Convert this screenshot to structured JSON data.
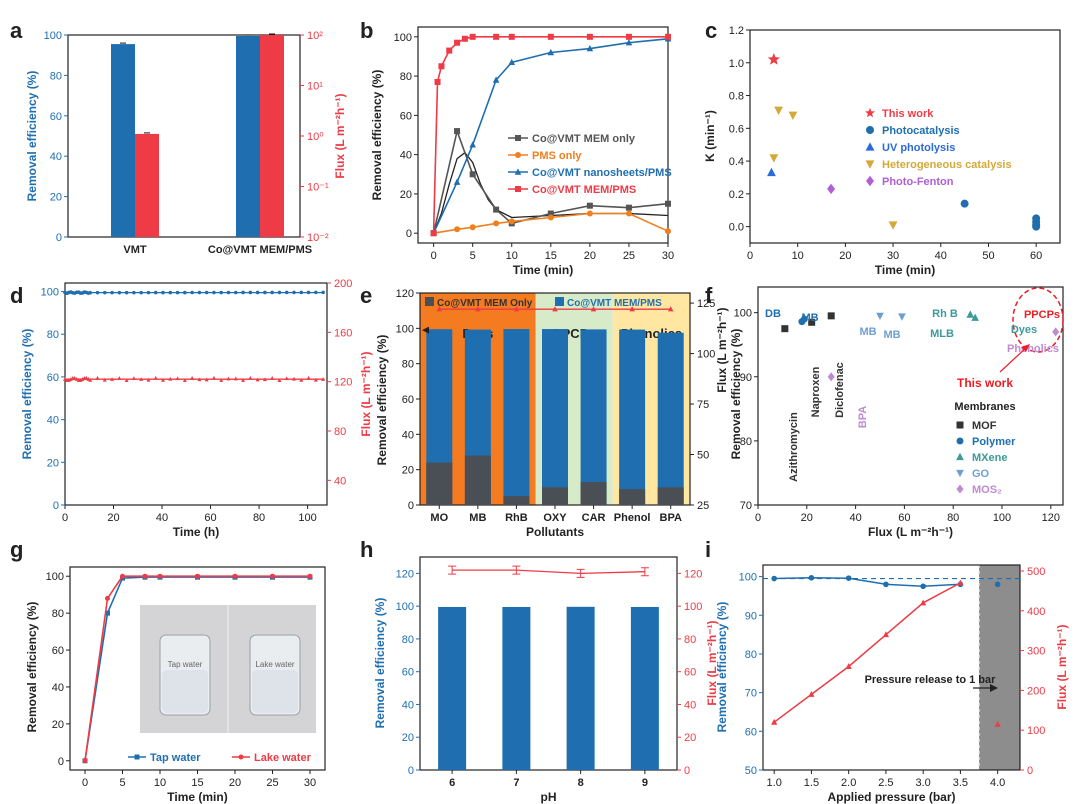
{
  "colors": {
    "blue": "#1f6fb0",
    "red": "#ee3b46",
    "grey": "#555555",
    "orange": "#f07f1e"
  },
  "chart_data": [
    {
      "id": "a",
      "type": "bar",
      "panel_label": "a",
      "categories": [
        "VMT",
        "Co@VMT MEM/PMS"
      ],
      "series": [
        {
          "axis": "left",
          "values": [
            95.5,
            99.5
          ],
          "errors": [
            0.6,
            0.5
          ]
        },
        {
          "axis": "right",
          "values": [
            1.1,
            100
          ],
          "errors": [
            0.1,
            2
          ]
        }
      ],
      "ylabel": "Removal efficiency (%)",
      "ylim": [
        0,
        100
      ],
      "yticks": [
        "0",
        "20",
        "40",
        "60",
        "80",
        "100"
      ],
      "ylabel_right": "Flux (L m⁻²h⁻¹)",
      "yscale_right": "log",
      "ylim_right": [
        0.01,
        100
      ],
      "yticks_right": [
        "10⁻²",
        "10⁻¹",
        "10⁰",
        "10¹",
        "10²"
      ]
    },
    {
      "id": "b",
      "type": "line",
      "panel_label": "b",
      "xlabel": "Time (min)",
      "ylabel": "Removal efficiency (%)",
      "xlim": [
        -2,
        30
      ],
      "ylim": [
        -5,
        105
      ],
      "xticks": [
        "0",
        "5",
        "10",
        "15",
        "20",
        "25",
        "30"
      ],
      "yticks": [
        "0",
        "20",
        "40",
        "60",
        "80",
        "100"
      ],
      "legend_position": "right",
      "series": [
        {
          "name": "Co@VMT MEM only",
          "marker": "square",
          "color": "grey",
          "x": [
            0,
            3,
            5,
            8,
            10,
            15,
            20,
            25,
            30
          ],
          "y": [
            0,
            52,
            30,
            12,
            5,
            10,
            14,
            13,
            15
          ]
        },
        {
          "name": "PMS only",
          "marker": "circle",
          "color": "orange",
          "x": [
            0,
            3,
            5,
            8,
            10,
            15,
            20,
            25,
            30
          ],
          "y": [
            0,
            2,
            3,
            5,
            6,
            8,
            10,
            10,
            1
          ]
        },
        {
          "name": "Co@VMT nanosheets/PMS",
          "marker": "triangle",
          "color": "blue",
          "x": [
            0,
            3,
            5,
            8,
            10,
            15,
            20,
            25,
            30
          ],
          "y": [
            0,
            26,
            45,
            78,
            87,
            92,
            94,
            97,
            99
          ]
        },
        {
          "name": "Co@VMT MEM/PMS",
          "marker": "square",
          "color": "red",
          "x": [
            0,
            0.5,
            1,
            2,
            3,
            4,
            5,
            8,
            10,
            15,
            20,
            25,
            30
          ],
          "y": [
            0,
            77,
            85,
            93,
            97,
            99,
            100,
            100,
            100,
            100,
            100,
            100,
            100
          ]
        }
      ],
      "annotation_curve": {
        "x": [
          0,
          1,
          2,
          3,
          4,
          5,
          6,
          7,
          8,
          10,
          15,
          20,
          25,
          30
        ],
        "y": [
          0,
          10,
          25,
          38,
          41,
          36,
          25,
          17,
          12,
          8,
          9,
          10,
          10,
          9
        ]
      }
    },
    {
      "id": "c",
      "type": "scatter",
      "panel_label": "c",
      "xlabel": "Time (min)",
      "ylabel": "K (min⁻¹)",
      "xlim": [
        0,
        65
      ],
      "ylim": [
        -0.1,
        1.2
      ],
      "xticks": [
        "0",
        "10",
        "20",
        "30",
        "40",
        "50",
        "60"
      ],
      "yticks": [
        "0.0",
        "0.2",
        "0.4",
        "0.6",
        "0.8",
        "1.0",
        "1.2"
      ],
      "legend_position": "center",
      "series": [
        {
          "name": "This work",
          "marker": "star",
          "color": "#ee3b46",
          "x": [
            5
          ],
          "y": [
            1.02
          ]
        },
        {
          "name": "Photocatalysis",
          "marker": "circle",
          "color": "#1f6fb0",
          "x": [
            45,
            60,
            60,
            60,
            60
          ],
          "y": [
            0.14,
            0.05,
            0.03,
            0.01,
            0.0
          ]
        },
        {
          "name": "UV photolysis",
          "marker": "triangle",
          "color": "#2b6ad8",
          "x": [
            4.5
          ],
          "y": [
            0.33
          ]
        },
        {
          "name": "Heterogeneous catalysis",
          "marker": "triangle-down",
          "color": "#d4a93a",
          "x": [
            5,
            6,
            9,
            30
          ],
          "y": [
            0.42,
            0.71,
            0.68,
            0.01
          ]
        },
        {
          "name": "Photo-Fenton",
          "marker": "diamond",
          "color": "#b05fd6",
          "x": [
            17
          ],
          "y": [
            0.23
          ]
        }
      ]
    },
    {
      "id": "d",
      "type": "line",
      "panel_label": "d",
      "xlabel": "Time (h)",
      "ylabel": "Removal efficiency (%)",
      "ylabel_right": "Flux (L m⁻²h⁻¹)",
      "xlim": [
        0,
        108
      ],
      "ylim": [
        0,
        104
      ],
      "ylim_right": [
        20,
        200
      ],
      "xticks": [
        "0",
        "20",
        "40",
        "60",
        "80",
        "100"
      ],
      "yticks": [
        "0",
        "20",
        "40",
        "60",
        "80",
        "100"
      ],
      "yticks_right": [
        "40",
        "80",
        "120",
        "160",
        "200"
      ],
      "series": [
        {
          "axis": "left",
          "color": "blue",
          "marker": "circle",
          "x_range": [
            0,
            107
          ],
          "y_constant": 99.5
        },
        {
          "axis": "right",
          "color": "red",
          "marker": "triangle",
          "x_range": [
            0,
            107
          ],
          "y_constant": 122
        }
      ]
    },
    {
      "id": "e",
      "type": "bar",
      "panel_label": "e",
      "categories": [
        "MO",
        "MB",
        "RhB",
        "OXY",
        "CAR",
        "Phenol",
        "BPA"
      ],
      "xlabel": "Pollutants",
      "ylabel": "Removal efficiency (%)",
      "ylim": [
        0,
        120
      ],
      "yticks": [
        "0",
        "20",
        "40",
        "60",
        "80",
        "100",
        "120"
      ],
      "ylim_right": [
        25,
        130
      ],
      "yticks_right": [
        "25",
        "50",
        "75",
        "100",
        "125"
      ],
      "series": [
        {
          "name": "Co@VMT MEM Only",
          "color": "grey",
          "values": [
            24,
            28,
            5,
            10,
            13,
            9,
            10
          ]
        },
        {
          "name": "Co@VMT MEM/PMS",
          "color": "blue",
          "values": [
            99.5,
            99.3,
            99.6,
            99.6,
            99.4,
            99.3,
            97.5
          ]
        },
        {
          "axis": "right",
          "color": "red",
          "values": [
            122,
            122,
            122,
            122,
            122,
            122,
            122
          ]
        }
      ],
      "groups": [
        {
          "label": "Dyes",
          "start": 0,
          "end": 2,
          "color": "#f47b20"
        },
        {
          "label": "PPCPs",
          "start": 3,
          "end": 4,
          "color": "#d8ebc8"
        },
        {
          "label": "Phenolics",
          "start": 5,
          "end": 6,
          "color": "#ffe7a2"
        }
      ]
    },
    {
      "id": "f",
      "type": "scatter",
      "panel_label": "f",
      "xlabel": "Flux (L m⁻²h⁻¹)",
      "ylabel": "Removal efficiency (%)",
      "ylabel_inner": "Flux (L m⁻²h⁻¹)",
      "xlim": [
        0,
        125
      ],
      "ylim": [
        70,
        104
      ],
      "xticks": [
        "0",
        "20",
        "40",
        "60",
        "80",
        "100",
        "120"
      ],
      "yticks": [
        "70",
        "80",
        "90",
        "100"
      ],
      "legend_title": "Membranes",
      "series": [
        {
          "name": "MOF",
          "marker": "square",
          "color": "#333333",
          "x": [
            11,
            22,
            30
          ],
          "y": [
            97.5,
            98.5,
            99.5
          ]
        },
        {
          "name": "Polymer",
          "marker": "circle",
          "color": "#1f6fb0",
          "x": [
            18,
            19
          ],
          "y": [
            98.6,
            99
          ]
        },
        {
          "name": "MXene",
          "marker": "triangle",
          "color": "#3d9a9a",
          "x": [
            87,
            89
          ],
          "y": [
            99.7,
            99.2
          ]
        },
        {
          "name": "GO",
          "marker": "triangle-down",
          "color": "#6f9fd0",
          "x": [
            50,
            59
          ],
          "y": [
            99.5,
            99.4
          ]
        },
        {
          "name": "MOS₂",
          "marker": "diamond",
          "color": "#c08ad2",
          "x": [
            30,
            122
          ],
          "y": [
            90,
            97
          ]
        }
      ],
      "point_labels": [
        {
          "text": "DB",
          "color": "#1f6fb0"
        },
        {
          "text": "MB",
          "color": "#1f6fb0"
        },
        {
          "text": "MB",
          "color": "#6f9fd0"
        },
        {
          "text": "MB",
          "color": "#6f9fd0"
        },
        {
          "text": "Rh B",
          "color": "#3d9a9a"
        },
        {
          "text": "MLB",
          "color": "#3d9a9a"
        },
        {
          "text": "Azithromycin",
          "color": "#333333"
        },
        {
          "text": "Naproxen",
          "color": "#333333"
        },
        {
          "text": "Diclofenac",
          "color": "#333333"
        },
        {
          "text": "BPA",
          "color": "#c08ad2"
        },
        {
          "text": "PPCPs",
          "color": "#ee1c25"
        },
        {
          "text": "Dyes",
          "color": "#3d9a9a"
        },
        {
          "text": "Phenolics",
          "color": "#c08ad2"
        }
      ],
      "annotation": "This work"
    },
    {
      "id": "g",
      "type": "line",
      "panel_label": "g",
      "xlabel": "Time (min)",
      "ylabel": "Removal efficiency (%)",
      "xlim": [
        -2,
        32
      ],
      "ylim": [
        -5,
        105
      ],
      "xticks": [
        "0",
        "5",
        "10",
        "15",
        "20",
        "25",
        "30"
      ],
      "yticks": [
        "0",
        "20",
        "40",
        "60",
        "80",
        "100"
      ],
      "legend_position": "bottom-right",
      "series": [
        {
          "name": "Tap water",
          "marker": "square",
          "color": "blue",
          "x": [
            0,
            3,
            5,
            8,
            10,
            15,
            20,
            25,
            30
          ],
          "y": [
            0,
            80,
            99,
            99.5,
            99.5,
            99.5,
            99.5,
            99.5,
            99.5
          ]
        },
        {
          "name": "Lake water",
          "marker": "circle",
          "color": "red",
          "x": [
            0,
            3,
            5,
            8,
            10,
            15,
            20,
            25,
            30
          ],
          "y": [
            0,
            88,
            100,
            100,
            100,
            100,
            100,
            100,
            100
          ]
        }
      ],
      "inset_labels": [
        "Tap water",
        "Lake water"
      ]
    },
    {
      "id": "h",
      "type": "bar",
      "panel_label": "h",
      "categories": [
        "6",
        "7",
        "8",
        "9"
      ],
      "xlabel": "pH",
      "ylabel": "Removal efficiency (%)",
      "ylabel_right": "Flux (L m⁻²h⁻¹)",
      "ylim": [
        0,
        130
      ],
      "yticks": [
        "0",
        "20",
        "40",
        "60",
        "80",
        "100",
        "120"
      ],
      "ylim_right": [
        0,
        130
      ],
      "yticks_right": [
        "0",
        "20",
        "40",
        "60",
        "80",
        "100",
        "120"
      ],
      "series": [
        {
          "axis": "left",
          "color": "blue",
          "values": [
            99.5,
            99.5,
            99.6,
            99.5
          ]
        },
        {
          "axis": "right",
          "color": "red",
          "values": [
            122,
            122,
            120,
            121
          ]
        }
      ]
    },
    {
      "id": "i",
      "type": "line",
      "panel_label": "i",
      "xlabel": "Applied pressure (bar)",
      "ylabel": "Removal efficiency (%)",
      "ylabel_right": "Flux (L m⁻²h⁻¹)",
      "xlim": [
        0.85,
        4.3
      ],
      "ylim": [
        50,
        103
      ],
      "ylim_right": [
        0,
        515
      ],
      "xticks": [
        "1.0",
        "1.5",
        "2.0",
        "2.5",
        "3.0",
        "3.5",
        "4.0"
      ],
      "yticks": [
        "50",
        "60",
        "70",
        "80",
        "90",
        "100"
      ],
      "yticks_right": [
        "0",
        "100",
        "200",
        "300",
        "400",
        "500"
      ],
      "series": [
        {
          "axis": "left",
          "color": "blue",
          "marker": "circle",
          "x": [
            1.0,
            1.5,
            2.0,
            2.5,
            3.0,
            3.5,
            4.0
          ],
          "y": [
            99.5,
            99.7,
            99.6,
            98,
            97.5,
            98,
            98
          ]
        },
        {
          "axis": "right",
          "color": "red",
          "marker": "triangle",
          "x": [
            1.0,
            1.5,
            2.0,
            2.5,
            3.0,
            3.5,
            4.0
          ],
          "y": [
            120,
            190,
            260,
            340,
            420,
            470,
            115
          ]
        }
      ],
      "dashed_reference_y": 99.5,
      "shaded_region_x": [
        3.75,
        4.3
      ],
      "annotation": "Pressure release to 1 bar"
    }
  ]
}
